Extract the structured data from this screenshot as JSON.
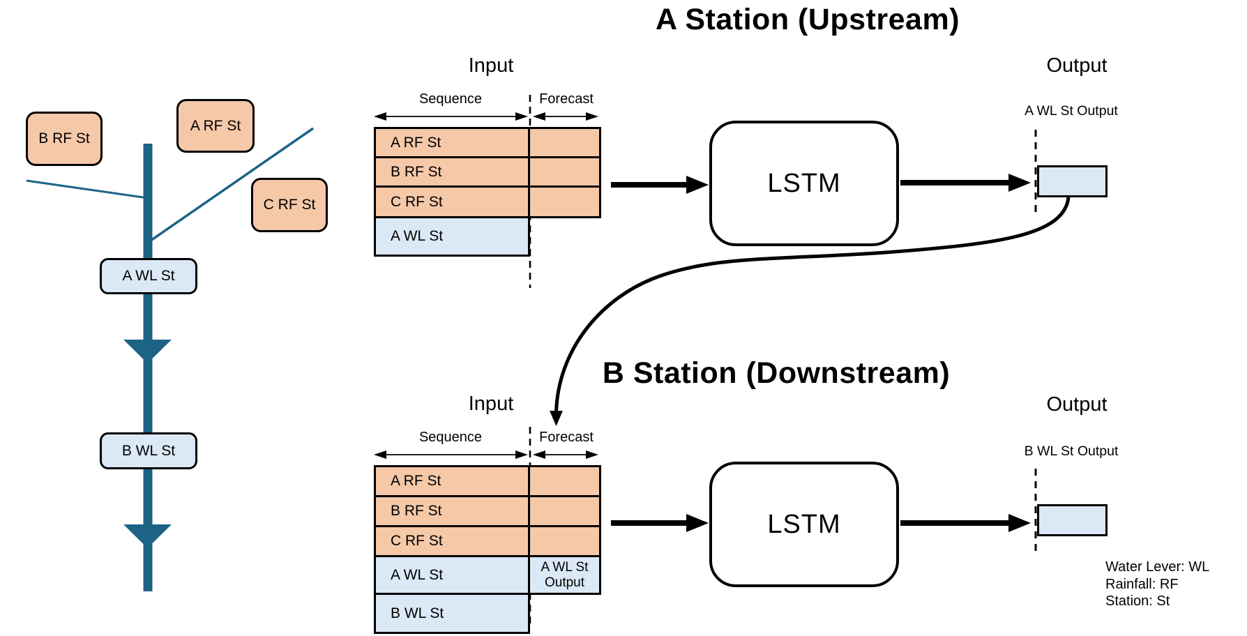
{
  "river_map": {
    "stations": [
      {
        "label": "B RF St",
        "kind": "rainfall"
      },
      {
        "label": "A RF St",
        "kind": "rainfall"
      },
      {
        "label": "C RF St",
        "kind": "rainfall"
      },
      {
        "label": "A WL St",
        "kind": "water-level"
      },
      {
        "label": "B WL St",
        "kind": "water-level"
      }
    ]
  },
  "a_station": {
    "title": "A Station (Upstream)",
    "input_heading": "Input",
    "sequence_label": "Sequence",
    "forecast_label": "Forecast",
    "table": {
      "sequence_rows": [
        {
          "label": "A RF St",
          "kind": "rainfall"
        },
        {
          "label": "B RF St",
          "kind": "rainfall"
        },
        {
          "label": "C RF St",
          "kind": "rainfall"
        },
        {
          "label": "A WL St",
          "kind": "water-level"
        }
      ],
      "forecast_cells": [
        {
          "label": "",
          "kind": "rainfall"
        },
        {
          "label": "",
          "kind": "rainfall"
        },
        {
          "label": "",
          "kind": "rainfall"
        }
      ]
    },
    "model_label": "LSTM",
    "output_heading": "Output",
    "output_box_label": "A WL St Output"
  },
  "b_station": {
    "title": "B Station (Downstream)",
    "input_heading": "Input",
    "sequence_label": "Sequence",
    "forecast_label": "Forecast",
    "table": {
      "sequence_rows": [
        {
          "label": "A RF St",
          "kind": "rainfall"
        },
        {
          "label": "B RF St",
          "kind": "rainfall"
        },
        {
          "label": "C RF St",
          "kind": "rainfall"
        },
        {
          "label": "A WL St",
          "kind": "water-level"
        },
        {
          "label": "B WL St",
          "kind": "water-level"
        }
      ],
      "forecast_cells": [
        {
          "label": "",
          "kind": "rainfall"
        },
        {
          "label": "",
          "kind": "rainfall"
        },
        {
          "label": "",
          "kind": "rainfall"
        },
        {
          "line1": "A WL St",
          "line2": "Output",
          "kind": "water-level"
        }
      ]
    },
    "model_label": "LSTM",
    "output_heading": "Output",
    "output_box_label": "B WL St Output"
  },
  "legend": {
    "line1": "Water Lever: WL",
    "line2": "Rainfall: RF",
    "line3": "Station: St"
  },
  "colors": {
    "rainfall": "#F5C8A8",
    "water_level": "#DBE8F5",
    "river": "#1C6386"
  }
}
